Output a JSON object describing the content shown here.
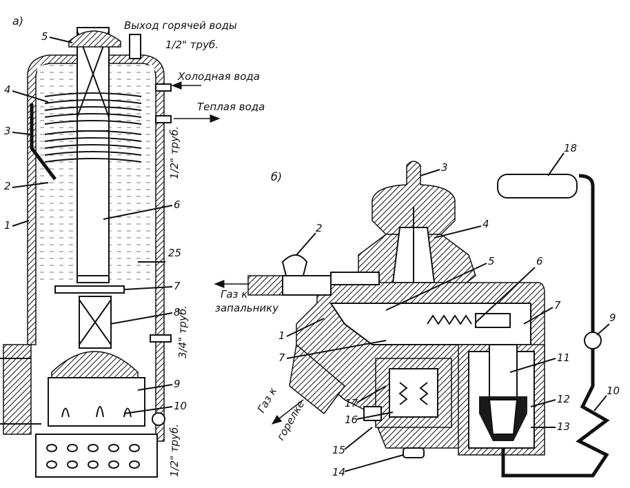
{
  "figure_a": {
    "panel_label": "а)",
    "hot_water_outlet": "Выход горячей воды",
    "hot_pipe_size": "1/2\" труб.",
    "cold_water": "Холодная вода",
    "warm_water": "Теплая вода",
    "warm_pipe_size": "1/2\" труб.",
    "gas_pipe_size": "3/4\" труб.",
    "bottom_pipe_size": "1/2\" труб.",
    "callouts": [
      "5",
      "4",
      "3",
      "2",
      "1",
      "6",
      "25",
      "7",
      "8",
      "9",
      "10"
    ]
  },
  "figure_b": {
    "panel_label": "б)",
    "gas_to_pilot_line1": "Газ к",
    "gas_to_pilot_line2": "запальнику",
    "gas_to_burner_line1": "Газ к",
    "gas_to_burner_line2": "горелке",
    "callouts": [
      "3",
      "2",
      "4",
      "5",
      "6",
      "7",
      "1",
      "7",
      "11",
      "17",
      "16",
      "15",
      "14",
      "12",
      "13",
      "18",
      "9",
      "10"
    ]
  }
}
